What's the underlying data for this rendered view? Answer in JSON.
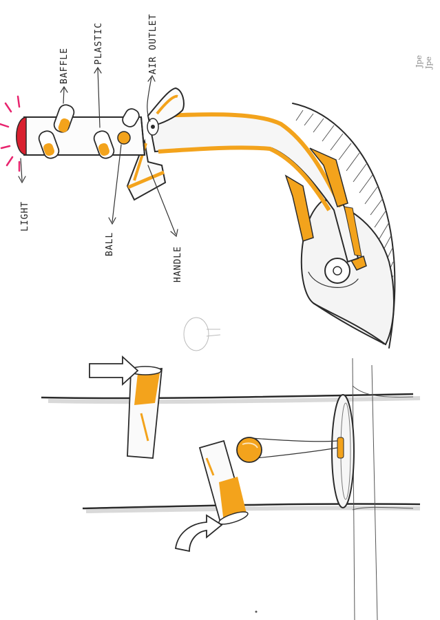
{
  "labels": {
    "light": "LIGHT",
    "baffle": "BAFFLE",
    "plastic": "PLASTIC",
    "air_outlet": "AIR OUTLET",
    "ball": "BALL",
    "handle": "HANDLE"
  },
  "signature": {
    "line1": "Jpe",
    "line2": "Jpe"
  },
  "colors": {
    "accent_orange": "#f3a31c",
    "light_red": "#d9202f",
    "ray_pink": "#e8246e",
    "ink": "#2a2a2a",
    "shadow_grey": "#d6d6d6"
  }
}
